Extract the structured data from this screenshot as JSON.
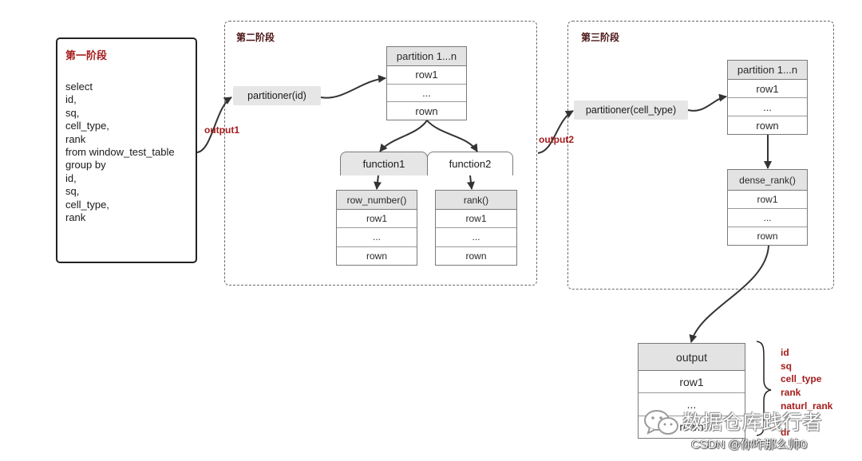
{
  "stage1": {
    "title": "第一阶段",
    "sql_lines": [
      "select",
      "id,",
      "sq,",
      "cell_type,",
      "rank",
      "from window_test_table",
      "group by",
      "id,",
      "sq,",
      "cell_type,",
      "rank"
    ]
  },
  "output1_label": "output1",
  "stage2": {
    "title": "第二阶段",
    "partitioner": "partitioner(id)",
    "partition_table": {
      "header": "partition 1...n",
      "rows": [
        "row1",
        "...",
        "rown"
      ]
    },
    "functions": [
      "function1",
      "function2"
    ],
    "function1_table": {
      "header": "row_number()",
      "rows": [
        "row1",
        "...",
        "rown"
      ]
    },
    "function2_table": {
      "header": "rank()",
      "rows": [
        "row1",
        "...",
        "rown"
      ]
    }
  },
  "output2_label": "output2",
  "stage3": {
    "title": "第三阶段",
    "partitioner": "partitioner(cell_type)",
    "partition_table": {
      "header": "partition 1...n",
      "rows": [
        "row1",
        "...",
        "rown"
      ]
    },
    "dense_rank_table": {
      "header": "dense_rank()",
      "rows": [
        "row1",
        "...",
        "rown"
      ]
    }
  },
  "output": {
    "table": {
      "header": "output",
      "rows": [
        "row1",
        "...",
        "rown"
      ]
    },
    "fields": [
      "id",
      "sq",
      "cell_type",
      "rank",
      "naturl_rank",
      "dr"
    ]
  },
  "watermark": {
    "wechat_text": "数据仓库践行者",
    "csdn_text": "CSDN @你咋那么帅0"
  },
  "colors": {
    "accent": "#a51b1b",
    "header_fill": "#e3e3e3",
    "pill_fill": "#e6e6e6",
    "line": "#333333"
  }
}
